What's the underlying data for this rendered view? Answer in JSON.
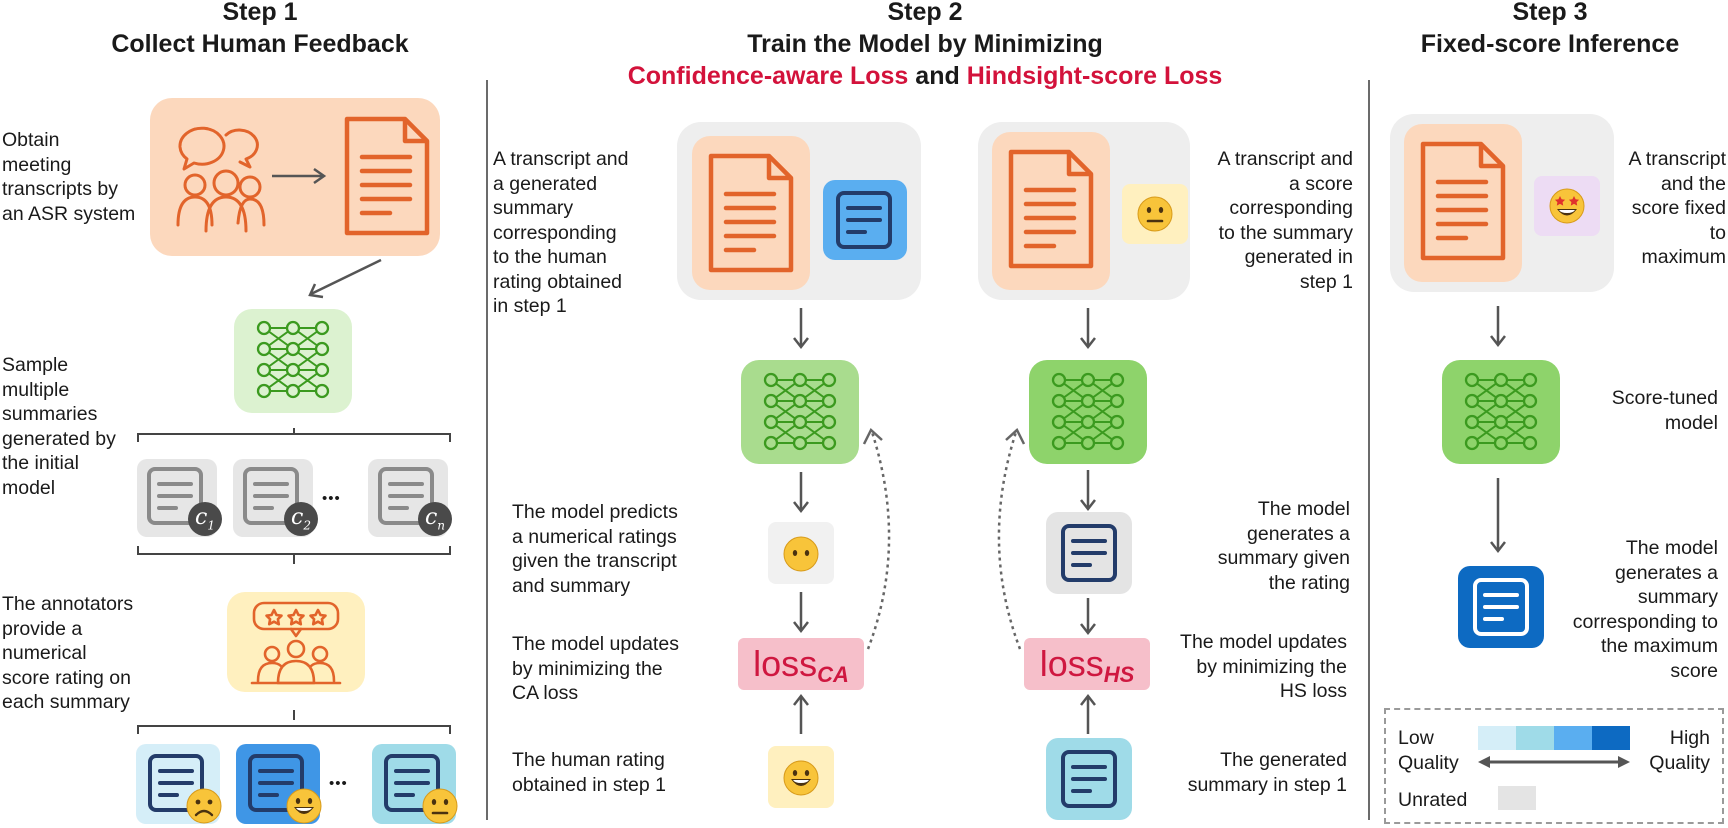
{
  "step1": {
    "header": "Step 1",
    "subheader": "Collect Human Feedback",
    "obtain_text": [
      "Obtain",
      "meeting",
      "transcripts by",
      "an ASR system"
    ],
    "sample_text": [
      "Sample",
      "multiple",
      "summaries",
      "generated by",
      "the initial",
      "model"
    ],
    "candidates": [
      "c",
      "c",
      "c"
    ],
    "candidate_subs": [
      "1",
      "2",
      "n"
    ],
    "ellipsis": "•••",
    "annotate_text": [
      "The annotators",
      "provide a",
      "numerical",
      "score rating on",
      "each summary"
    ]
  },
  "step2": {
    "header": "Step 2",
    "subheader": "Train the Model by Minimizing",
    "loss_ca_name": "Confidence-aware Loss",
    "and_word": "and",
    "loss_hs_name": "Hindsight-score Loss",
    "left": {
      "input_text": [
        "A transcript and",
        "a generated",
        "summary",
        "corresponding",
        "to the human",
        "rating obtained",
        "in step 1"
      ],
      "predict_text": [
        "The model predicts",
        "a numerical ratings",
        "given the transcript",
        "and summary"
      ],
      "update_text": [
        "The model updates",
        "by minimizing the",
        "CA loss"
      ],
      "rating_text": [
        "The human rating",
        "obtained in step 1"
      ],
      "loss_main": "loss",
      "loss_sub": "CA"
    },
    "right": {
      "input_text": [
        "A transcript and",
        "a score",
        "corresponding",
        "to the summary",
        "generated in",
        "step 1"
      ],
      "generate_text": [
        "The model",
        "generates a",
        "summary given",
        "the rating"
      ],
      "update_text": [
        "The model updates",
        "by minimizing the",
        "HS loss"
      ],
      "generated_text": [
        "The generated",
        "summary in step 1"
      ],
      "loss_main": "loss",
      "loss_sub": "HS"
    }
  },
  "step3": {
    "header": "Step 3",
    "subheader": "Fixed-score Inference",
    "input_text": [
      "A transcript",
      "and the",
      "score fixed",
      "to",
      "maximum"
    ],
    "model_text": [
      "Score-tuned",
      "model"
    ],
    "output_text": [
      "The model",
      "generates a",
      "summary",
      "corresponding to",
      "the maximum",
      "score"
    ]
  },
  "legend": {
    "low": [
      "Low",
      "Quality"
    ],
    "high": [
      "High",
      "Quality"
    ],
    "unrated": "Unrated",
    "gradient_colors": [
      "#d5eef8",
      "#9fdbe8",
      "#5aaef0",
      "#0d6ac2"
    ],
    "unrated_color": "#e4e4e4"
  },
  "colors": {
    "accent_red": "#d3123b",
    "doc_orange": "#e2642b",
    "network_green": "#3b9a1f",
    "summary_dark": "#233c6a"
  },
  "icons": {
    "document": "document-icon",
    "people": "people-chat-icon",
    "network": "neural-network-icon",
    "summary": "summary-icon",
    "rating": "star-rating-group-icon",
    "emoji_sad": "sad-face-icon",
    "emoji_happy": "grinning-face-icon",
    "emoji_neutral": "neutral-face-icon",
    "emoji_nomouth": "no-mouth-face-icon",
    "emoji_star": "star-struck-face-icon"
  }
}
